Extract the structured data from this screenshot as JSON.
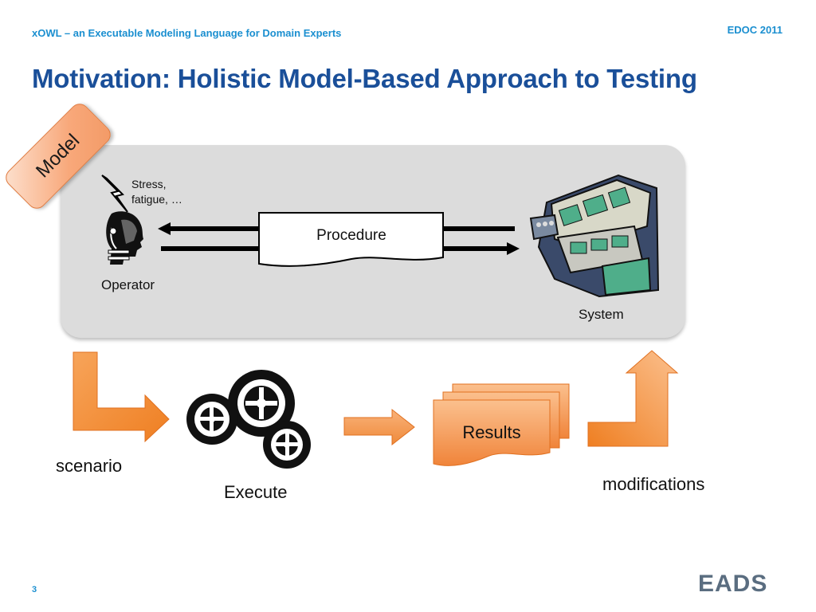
{
  "header": {
    "subtitle": "xOWL – an Executable Modeling Language for Domain Experts",
    "conference": "EDOC 2011",
    "title": "Motivation: Holistic Model-Based Approach to Testing"
  },
  "diagram": {
    "model_tag": "Model",
    "stress_note": [
      "Stress,",
      "fatigue, …"
    ],
    "operator_label": "Operator",
    "procedure_label": "Procedure",
    "system_label": "System",
    "scenario_label": "scenario",
    "execute_label": "Execute",
    "results_label": "Results",
    "modifications_label": "modifications"
  },
  "footer": {
    "page_number": "3",
    "logo_text": "EADS"
  },
  "colors": {
    "accent_blue": "#1b8fd0",
    "title_blue": "#1a4f99",
    "orange": "#f28a33",
    "panel_gray": "#dcdcdc"
  }
}
